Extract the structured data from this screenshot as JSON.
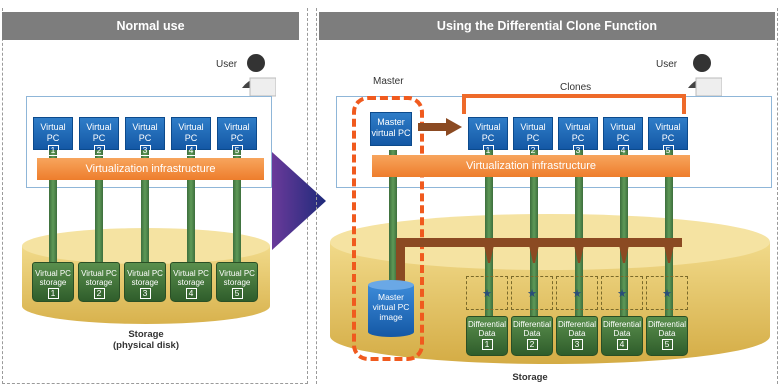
{
  "left": {
    "title": "Normal use",
    "user_label": "User",
    "virtual_pc_label": "Virtual PC",
    "vpcs": [
      "1",
      "2",
      "3",
      "4",
      "5"
    ],
    "infra_label": "Virtualization infrastructure",
    "storage_item_label_line1": "Virtual PC",
    "storage_item_label_line2": "storage",
    "storages": [
      "1",
      "2",
      "3",
      "4",
      "5"
    ],
    "storage_caption_line1": "Storage",
    "storage_caption_line2": "(physical disk)"
  },
  "right": {
    "title": "Using the Differential Clone Function",
    "user_label": "User",
    "master_label": "Master",
    "clones_label": "Clones",
    "master_vpc_line1": "Master",
    "master_vpc_line2": "virtual PC",
    "virtual_pc_label": "Virtual PC",
    "vpcs": [
      "1",
      "2",
      "3",
      "4",
      "5"
    ],
    "infra_label": "Virtualization infrastructure",
    "master_image_line1": "Master",
    "master_image_line2": "virtual PC",
    "master_image_line3": "image",
    "diff_line1": "Differential",
    "diff_line2": "Data",
    "diffs": [
      "1",
      "2",
      "3",
      "4",
      "5"
    ],
    "star": "★",
    "storage_caption": "Storage"
  },
  "colors": {
    "header_gray": "#7d7d7d",
    "vpc_blue": "#1e6ab8",
    "infra_orange": "#f08a38",
    "storage_green": "#4a7f42",
    "disk_gold": "#e6c76a",
    "arrow_purple": "#3a2a8a",
    "master_outline_orange": "#f05a1e",
    "link_brown": "#8b4a22"
  }
}
